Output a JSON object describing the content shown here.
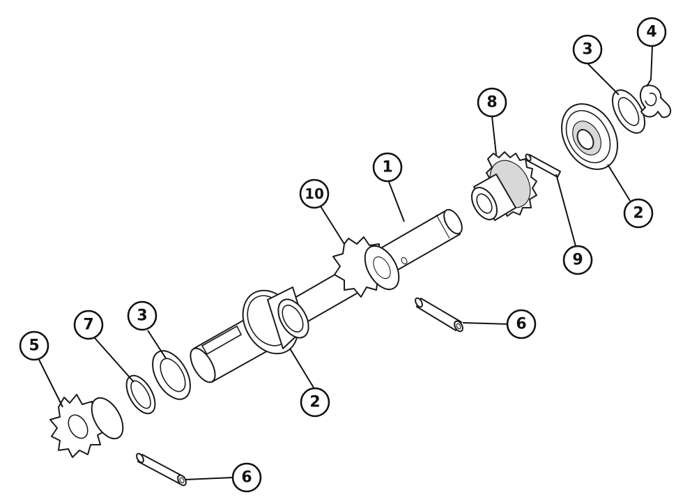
{
  "diagram": {
    "type": "exploded-parts-view",
    "colors": {
      "line": "#1a1a1a",
      "background": "#ffffff",
      "shade": "#d8d8d8"
    },
    "callouts": [
      {
        "id": "c1",
        "label": "1"
      },
      {
        "id": "c2a",
        "label": "2"
      },
      {
        "id": "c2b",
        "label": "2"
      },
      {
        "id": "c3a",
        "label": "3"
      },
      {
        "id": "c3b",
        "label": "3"
      },
      {
        "id": "c4",
        "label": "4"
      },
      {
        "id": "c5",
        "label": "5"
      },
      {
        "id": "c6a",
        "label": "6"
      },
      {
        "id": "c6b",
        "label": "6"
      },
      {
        "id": "c7",
        "label": "7"
      },
      {
        "id": "c8",
        "label": "8"
      },
      {
        "id": "c9",
        "label": "9"
      },
      {
        "id": "c10",
        "label": "10"
      }
    ]
  }
}
